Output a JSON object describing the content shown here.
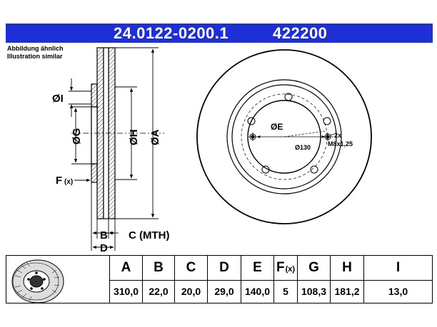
{
  "header": {
    "part_number": "24.0122-0200.1",
    "ref_number": "422200"
  },
  "notes": {
    "line1": "Abbildung ähnlich",
    "line2": "Illustration similar"
  },
  "labels": {
    "dim_I": "ØI",
    "dim_G": "ØG",
    "dim_H": "ØH",
    "dim_A": "ØA",
    "dim_F": "F",
    "dim_F_sub": "(x)",
    "dim_B": "B",
    "dim_C": "C (MTH)",
    "dim_D": "D",
    "dim_E": "ØE",
    "pcd": "Ø130",
    "thread_count": "2x",
    "thread": "M8x1,25"
  },
  "table": {
    "columns": [
      {
        "key": "A",
        "header": "A",
        "value": "310,0"
      },
      {
        "key": "B",
        "header": "B",
        "value": "22,0"
      },
      {
        "key": "C",
        "header": "C",
        "value": "20,0"
      },
      {
        "key": "D",
        "header": "D",
        "value": "29,0"
      },
      {
        "key": "E",
        "header": "E",
        "value": "140,0"
      },
      {
        "key": "F",
        "header": "F",
        "header_sub": "(x)",
        "value": "5"
      },
      {
        "key": "G",
        "header": "G",
        "value": "108,3"
      },
      {
        "key": "H",
        "header": "H",
        "value": "181,2"
      },
      {
        "key": "I",
        "header": "I",
        "value": "13,0"
      }
    ]
  },
  "colors": {
    "title_bar": "#1f2fd8",
    "title_text": "#ffffff",
    "line": "#000000"
  }
}
